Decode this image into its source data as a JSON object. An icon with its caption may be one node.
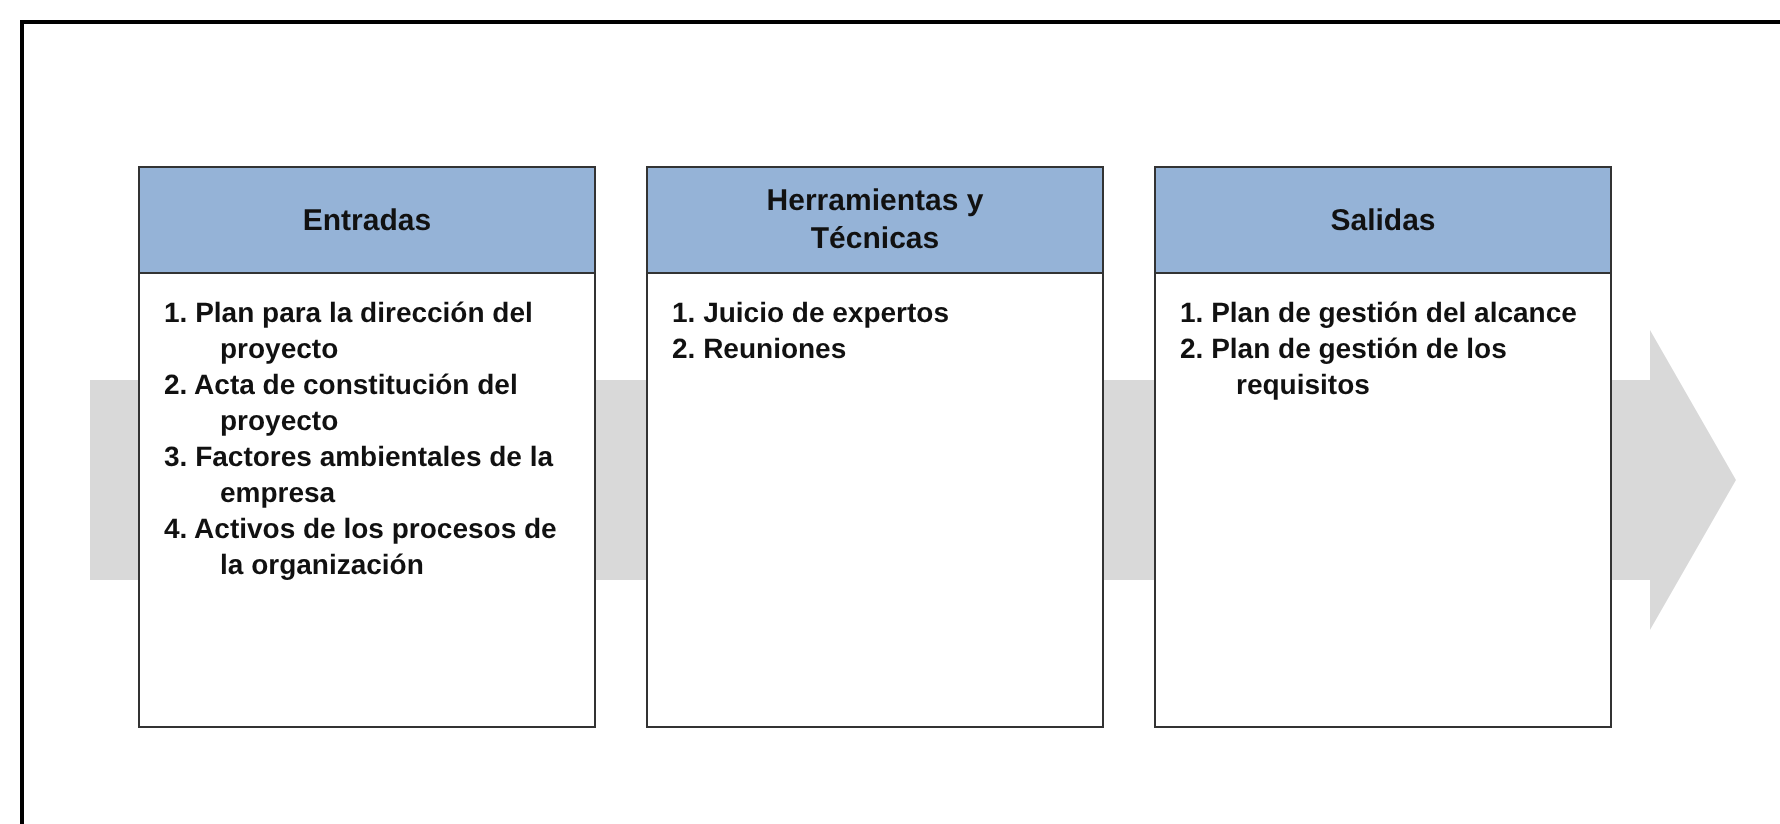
{
  "diagram": {
    "nodes": [
      {
        "text": [
          "Entradas",
          "1. Plan para la dirección del proyecto",
          "2. Acta de constitución del proyecto",
          "3. Factores ambientales de la empresa",
          "4. Activos de los procesos de la organización"
        ]
      },
      {
        "text": [
          "Herramientas y Técnicas",
          "1. Juicio de expertos",
          "2. Reuniones"
        ]
      },
      {
        "text": [
          "Salidas",
          "1. Plan de gestión del alcance",
          "2. Plan de gestión de los requisitos"
        ]
      }
    ]
  }
}
